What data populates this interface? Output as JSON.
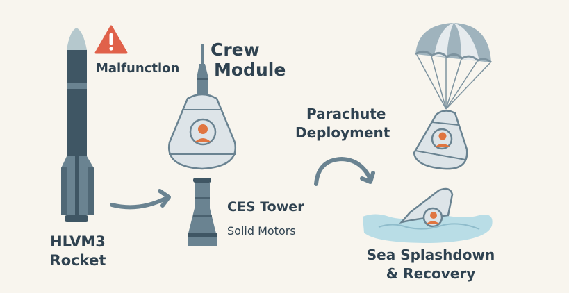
{
  "labels": {
    "malfunction": "Malfunction",
    "crew_module_line1": "Crew",
    "crew_module_line2": "Module",
    "ces_tower": "CES Tower",
    "solid_motors": "Solid Motors",
    "rocket_line1": "HLVM3",
    "rocket_line2": "Rocket",
    "parachute_line1": "Parachute",
    "parachute_line2": "Deployment",
    "splashdown_line1": "Sea Splashdown",
    "splashdown_line2": "& Recovery"
  },
  "colors": {
    "background": "#f8f5ee",
    "dark": "#3f5664",
    "mid": "#6a8391",
    "light": "#dde4e8",
    "warning": "#e0614a",
    "crew": "#e07540",
    "water": "#b9dde6"
  }
}
